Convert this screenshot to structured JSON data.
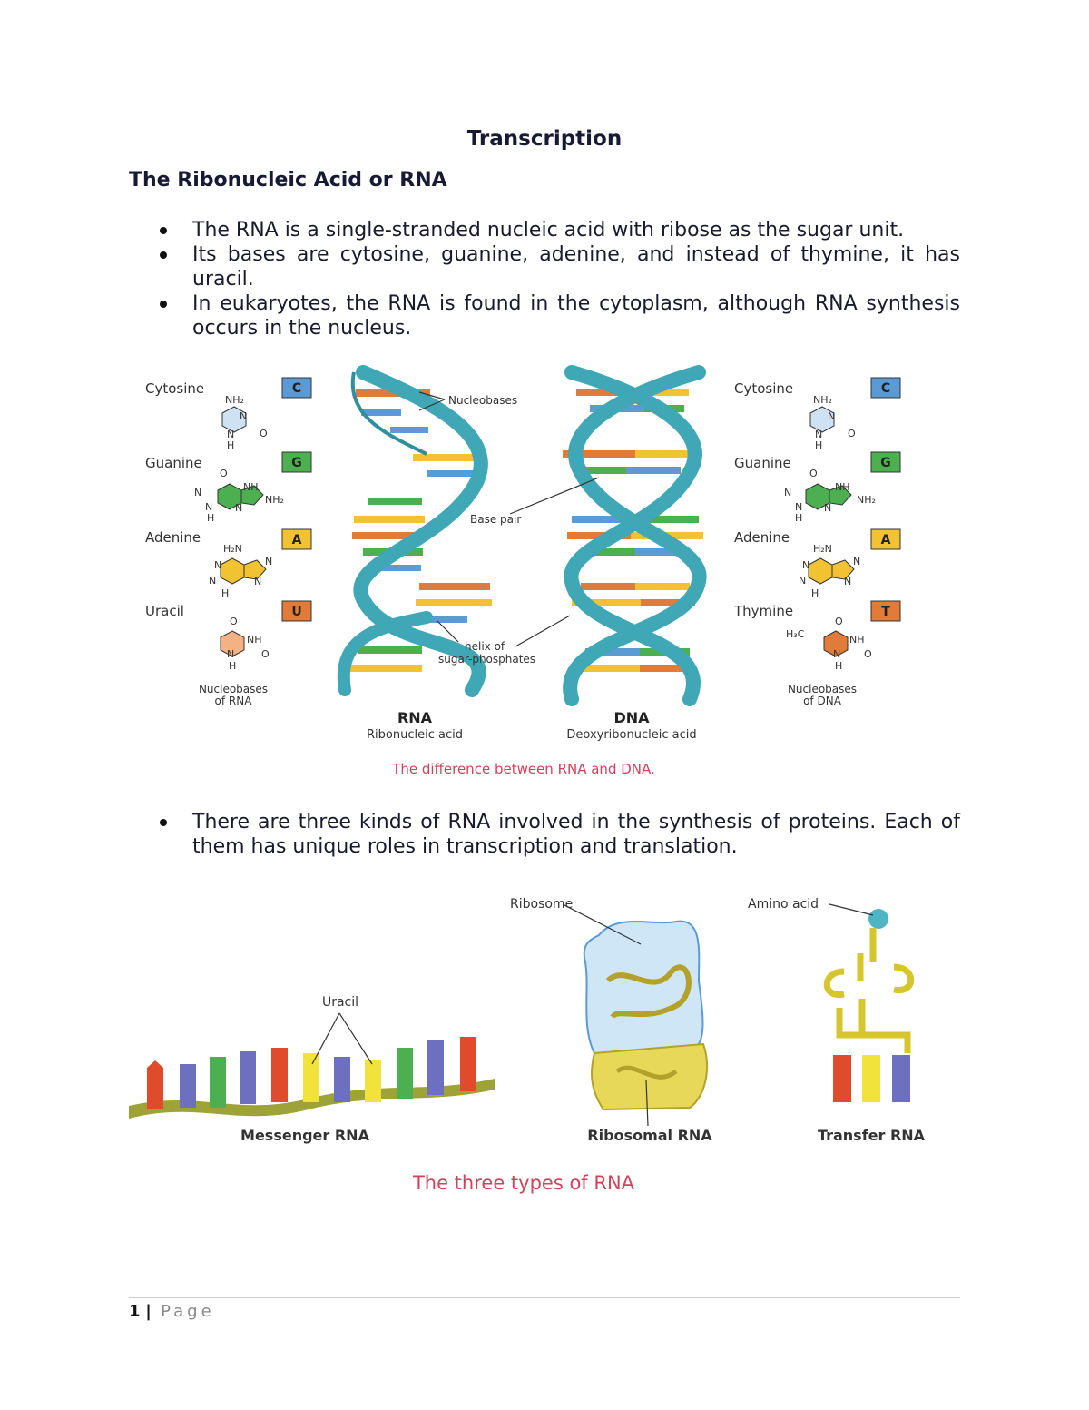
{
  "title": "Transcription",
  "heading": "The Ribonucleic Acid or RNA",
  "bullets_top": [
    "The RNA is a single-stranded nucleic acid with ribose as the sugar unit.",
    "Its bases are cytosine, guanine, adenine, and instead of thymine, it has uracil.",
    "In eukaryotes, the RNA is found in the cytoplasm, although RNA synthesis occurs in the nucleus."
  ],
  "figure1": {
    "rna_bases": [
      {
        "name": "Cytosine",
        "letter": "C",
        "color": "#5b9bd5"
      },
      {
        "name": "Guanine",
        "letter": "G",
        "color": "#4caf50"
      },
      {
        "name": "Adenine",
        "letter": "A",
        "color": "#f1c232"
      },
      {
        "name": "Uracil",
        "letter": "U",
        "color": "#e07b39"
      }
    ],
    "dna_bases": [
      {
        "name": "Cytosine",
        "letter": "C",
        "color": "#5b9bd5"
      },
      {
        "name": "Guanine",
        "letter": "G",
        "color": "#4caf50"
      },
      {
        "name": "Adenine",
        "letter": "A",
        "color": "#f1c232"
      },
      {
        "name": "Thymine",
        "letter": "T",
        "color": "#e07b39"
      }
    ],
    "label_nucleobases": "Nucleobases",
    "label_base_pair": "Base pair",
    "label_helix_1": "helix of",
    "label_helix_2": "sugar-phosphates",
    "rna_caption_1": "Nucleobases",
    "rna_caption_2": "of RNA",
    "dna_caption_1": "Nucleobases",
    "dna_caption_2": "of DNA",
    "rna_title": "RNA",
    "rna_subtitle": "Ribonucleic acid",
    "dna_title": "DNA",
    "dna_subtitle": "Deoxyribonucleic acid",
    "caption": "The difference between RNA and DNA."
  },
  "bullets_bottom": [
    "There are three kinds of RNA involved in the synthesis of proteins. Each of them has unique roles in transcription and translation."
  ],
  "figure2": {
    "label_uracil": "Uracil",
    "label_ribosome": "Ribosome",
    "label_amino_acid": "Amino acid",
    "messenger": "Messenger RNA",
    "ribosomal": "Ribosomal RNA",
    "transfer": "Transfer RNA",
    "caption": "The three types of RNA"
  },
  "footer": {
    "page_number": "1",
    "page_label": "Page"
  },
  "colors": {
    "helix": "#3fa7b5",
    "cytosine": "#5b9bd5",
    "guanine": "#4caf50",
    "adenine": "#f1c232",
    "uracil": "#e07b39",
    "caption": "#d0435a"
  }
}
